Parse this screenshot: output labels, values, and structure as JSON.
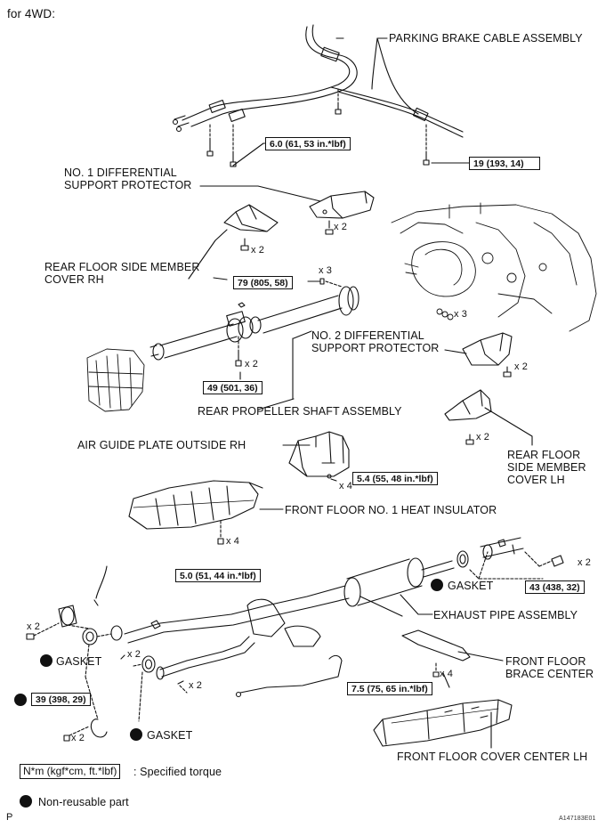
{
  "header": {
    "title": "for 4WD:"
  },
  "parts": {
    "parking_brake_cable": "PARKING BRAKE CABLE ASSEMBLY",
    "no1_diff_protector": "NO. 1 DIFFERENTIAL SUPPORT PROTECTOR",
    "rear_floor_cover_rh": "REAR FLOOR SIDE MEMBER COVER RH",
    "no2_diff_protector": "NO. 2 DIFFERENTIAL SUPPORT PROTECTOR",
    "rear_propeller_shaft": "REAR PROPELLER SHAFT ASSEMBLY",
    "rear_floor_cover_lh": "REAR FLOOR SIDE MEMBER COVER LH",
    "air_guide_plate": "AIR GUIDE PLATE OUTSIDE RH",
    "front_floor_heat_insulator": "FRONT FLOOR NO. 1 HEAT INSULATOR",
    "exhaust_pipe": "EXHAUST PIPE ASSEMBLY",
    "front_floor_brace": "FRONT FLOOR BRACE CENTER",
    "front_floor_cover_lh": "FRONT FLOOR COVER CENTER LH",
    "gasket": "GASKET"
  },
  "torques": {
    "t_6_0": "6.0 (61, 53 in.*lbf)",
    "t_19": "19 (193, 14)",
    "t_79": "79 (805, 58)",
    "t_49": "49 (501, 36)",
    "t_5_4": "5.4 (55, 48 in.*lbf)",
    "t_5_0": "5.0 (51, 44 in.*lbf)",
    "t_43": "43 (438, 32)",
    "t_39": "39 (398, 29)",
    "t_7_5": "7.5 (75, 65 in.*lbf)"
  },
  "quantities": {
    "x2": "x 2",
    "x3": "x 3",
    "x4": "x 4"
  },
  "legend": {
    "torque_unit": "N*m (kgf*cm, ft.*lbf)",
    "torque_desc": ": Specified torque",
    "nonreusable": "Non-reusable part"
  },
  "footer": {
    "page_mark": "P",
    "figure_code": "A147183E01"
  }
}
